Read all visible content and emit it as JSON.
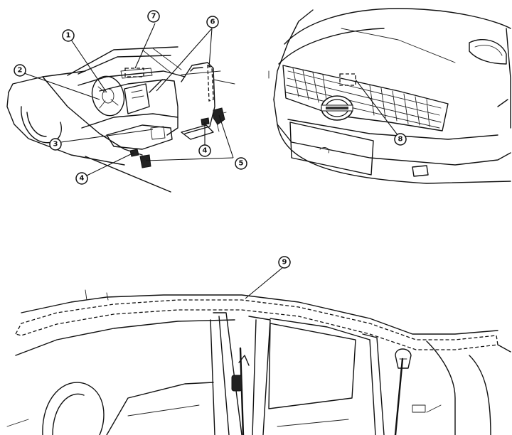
{
  "callouts": {
    "c1": "1",
    "c2": "2",
    "c3": "3",
    "c4a": "4",
    "c4b": "4",
    "c5": "5",
    "c6": "6",
    "c7": "7",
    "c8": "8",
    "c9": "9"
  }
}
